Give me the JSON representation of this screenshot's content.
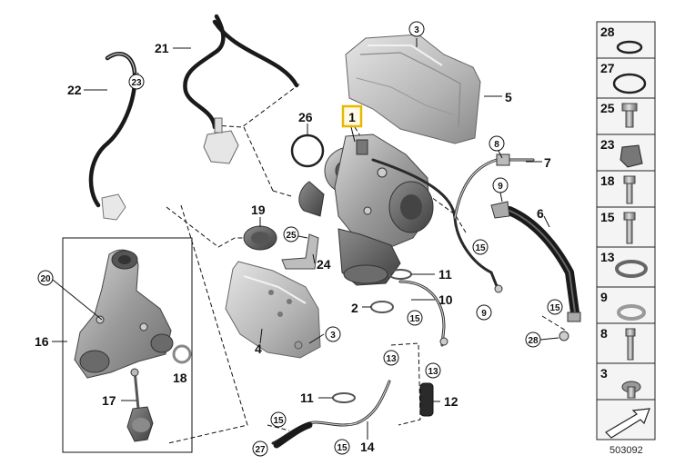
{
  "diagram": {
    "highlighted_callout": "1",
    "callouts": {
      "c1": "1",
      "c2": "2",
      "c3a": "3",
      "c3b": "3",
      "c4": "4",
      "c5": "5",
      "c6": "6",
      "c7": "7",
      "c8": "8",
      "c9a": "9",
      "c9b": "9",
      "c10": "10",
      "c11a": "11",
      "c11b": "11",
      "c12": "12",
      "c13a": "13",
      "c13b": "13",
      "c14": "14",
      "c15a": "15",
      "c15b": "15",
      "c15c": "15",
      "c15d": "15",
      "c16": "16",
      "c17": "17",
      "c18": "18",
      "c19": "19",
      "c20": "20",
      "c21": "21",
      "c22": "22",
      "c23": "23",
      "c24": "24",
      "c25": "25",
      "c26": "26",
      "c27": "27",
      "c28": "28"
    }
  },
  "parts_panel": {
    "items": [
      "28",
      "27",
      "25",
      "23",
      "18",
      "15",
      "13",
      "9",
      "8",
      "3"
    ]
  },
  "reference_number": "503092",
  "colors": {
    "highlight": "#e8b800",
    "line": "#111111",
    "metal": "#9a9a9a"
  }
}
